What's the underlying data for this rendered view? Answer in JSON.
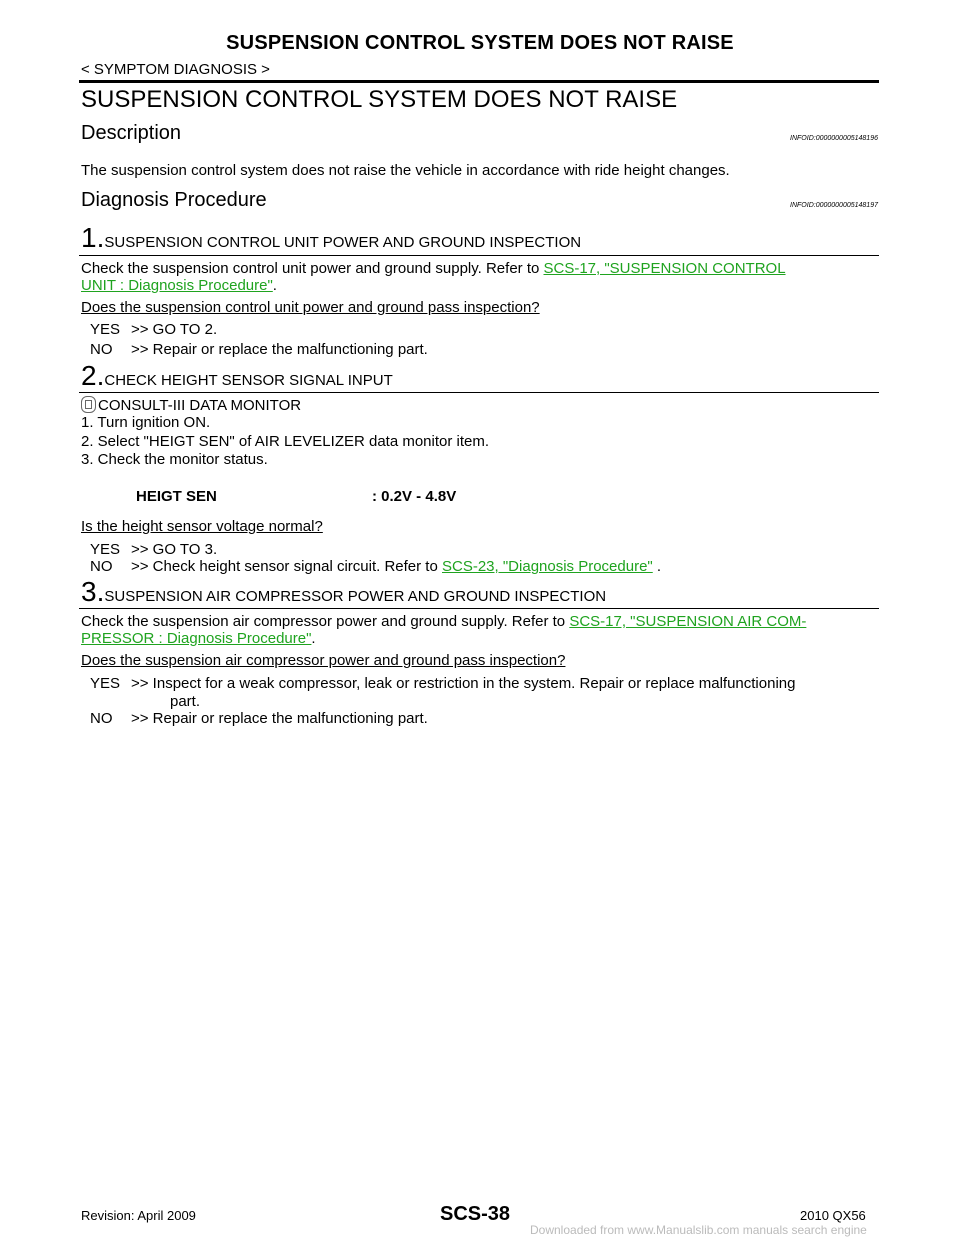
{
  "header": {
    "title": "SUSPENSION CONTROL SYSTEM DOES NOT RAISE",
    "breadcrumb": "< SYMPTOM DIAGNOSIS >"
  },
  "main_title": "SUSPENSION CONTROL SYSTEM DOES NOT RAISE",
  "description": {
    "heading": "Description",
    "infoid": "INFOID:0000000005148196",
    "text": "The suspension control system does not raise the vehicle in accordance with ride height changes."
  },
  "diagnosis": {
    "heading": "Diagnosis Procedure",
    "infoid": "INFOID:0000000005148197"
  },
  "step1": {
    "num": "1.",
    "title": "SUSPENSION CONTROL UNIT POWER AND GROUND INSPECTION",
    "text_pre": "Check  the  suspension  control  unit  power  and  ground  supply.  Refer  to ",
    "link_a": "SCS-17, \"SUSPENSION CONTROL",
    "link_b": "UNIT : Diagnosis Procedure\"",
    "text_post": ".",
    "question": "Does the suspension control unit power and ground pass inspection?",
    "yes_key": "YES",
    "yes_text": ">> GO TO 2.",
    "no_key": "NO",
    "no_text": ">> Repair or replace the malfunctioning part."
  },
  "step2": {
    "num": "2.",
    "title": "CHECK HEIGHT SENSOR SIGNAL INPUT",
    "consult": "CONSULT-III DATA MONITOR",
    "items": [
      "1.   Turn ignition ON.",
      "2.   Select \"HEIGT SEN\" of AIR LEVELIZER data monitor item.",
      "3.   Check the monitor status."
    ],
    "spec_name": "HEIGT SEN",
    "spec_value": ": 0.2V - 4.8V",
    "question": "Is the height sensor voltage normal?",
    "yes_key": "YES",
    "yes_text": ">> GO TO 3.",
    "no_key": "NO",
    "no_text": ">> Check height sensor signal circuit. Refer to ",
    "no_link": "SCS-23, \"Diagnosis Procedure\"",
    "no_post": " ."
  },
  "step3": {
    "num": "3.",
    "title": "SUSPENSION AIR COMPRESSOR POWER AND GROUND INSPECTION",
    "text_pre": "Check the suspension air compressor power and ground supply. Refer to ",
    "link_a": "SCS-17, \"SUSPENSION AIR COM-",
    "link_b": "PRESSOR : Diagnosis Procedure\"",
    "text_post": ".",
    "question": "Does the suspension air compressor power and ground pass inspection?",
    "yes_key": "YES",
    "yes_text": ">> Inspect for a weak compressor, leak or restriction in the system. Repair or replace malfunctioning",
    "yes_text2": "part.",
    "no_key": "NO",
    "no_text": ">> Repair or replace the malfunctioning part."
  },
  "footer": {
    "revision": "Revision: April 2009",
    "page": "SCS-38",
    "model": "2010 QX56",
    "watermark": "Downloaded from www.Manualslib.com manuals search engine"
  }
}
